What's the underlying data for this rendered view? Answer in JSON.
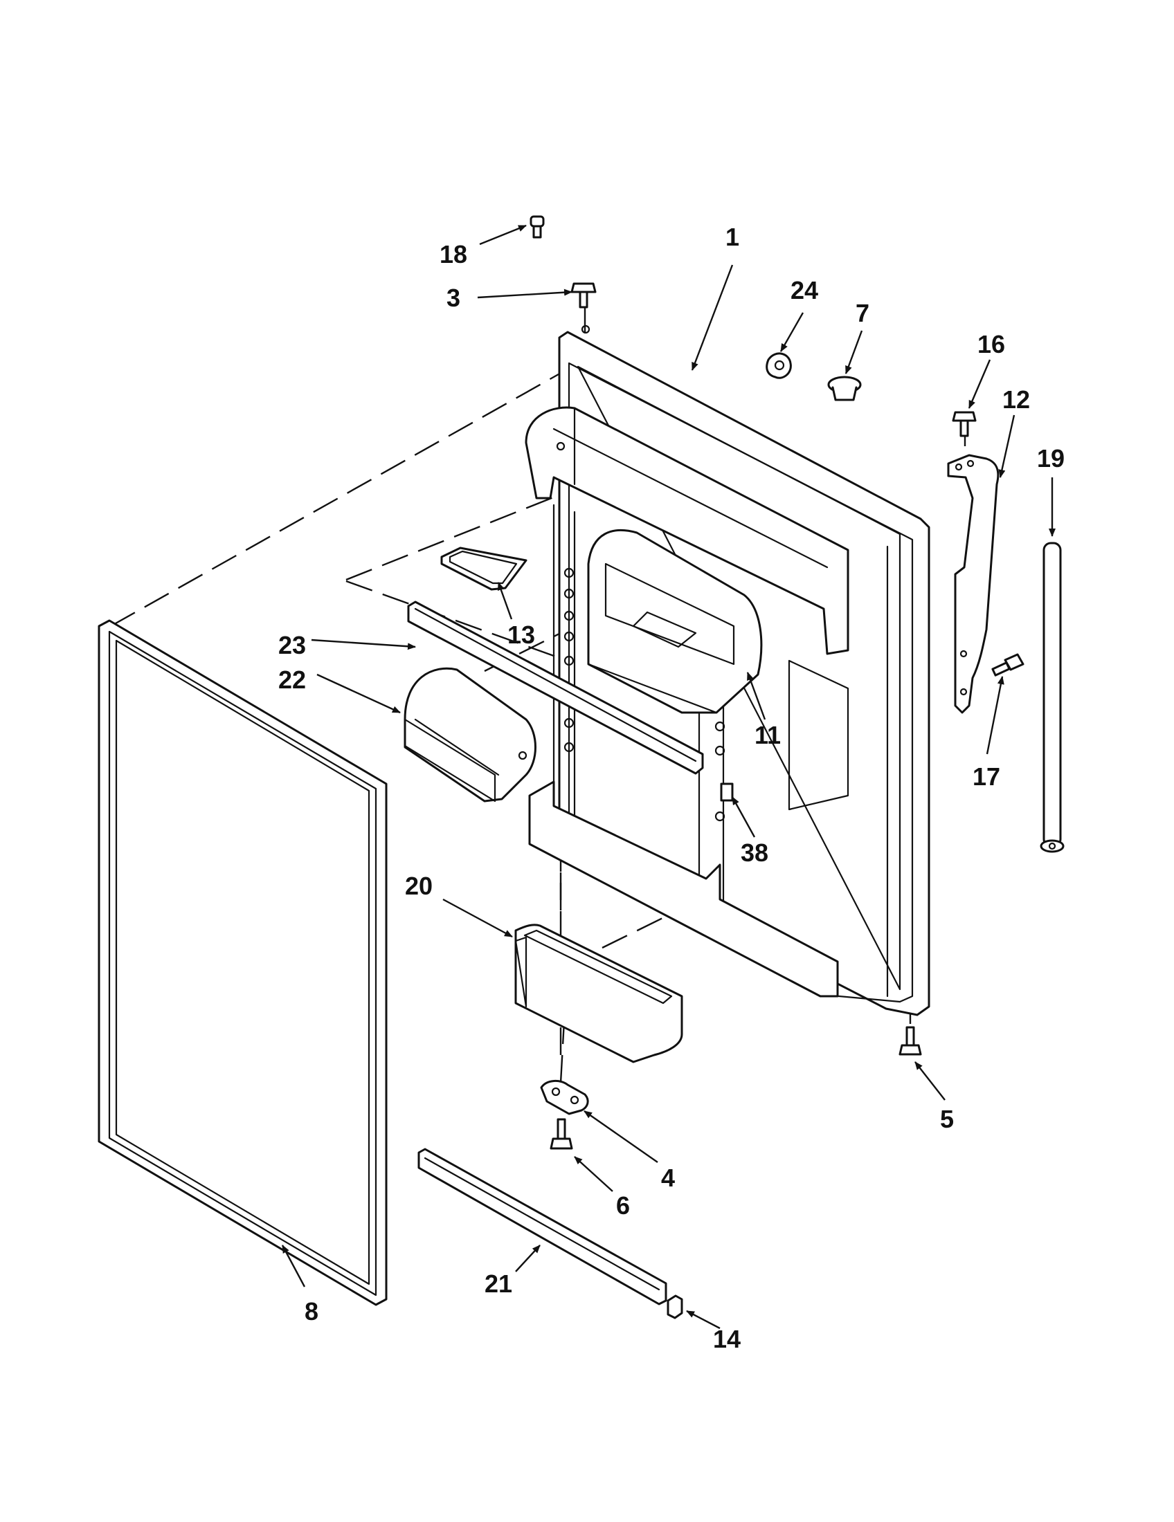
{
  "callouts": [
    {
      "id": "1",
      "label": "1"
    },
    {
      "id": "3",
      "label": "3"
    },
    {
      "id": "4",
      "label": "4"
    },
    {
      "id": "5",
      "label": "5"
    },
    {
      "id": "6",
      "label": "6"
    },
    {
      "id": "7",
      "label": "7"
    },
    {
      "id": "8",
      "label": "8"
    },
    {
      "id": "11",
      "label": "11"
    },
    {
      "id": "12",
      "label": "12"
    },
    {
      "id": "13",
      "label": "13"
    },
    {
      "id": "14",
      "label": "14"
    },
    {
      "id": "16",
      "label": "16"
    },
    {
      "id": "17",
      "label": "17"
    },
    {
      "id": "18",
      "label": "18"
    },
    {
      "id": "19",
      "label": "19"
    },
    {
      "id": "20",
      "label": "20"
    },
    {
      "id": "21",
      "label": "21"
    },
    {
      "id": "22",
      "label": "22"
    },
    {
      "id": "23",
      "label": "23"
    },
    {
      "id": "24",
      "label": "24"
    },
    {
      "id": "38",
      "label": "38"
    }
  ]
}
